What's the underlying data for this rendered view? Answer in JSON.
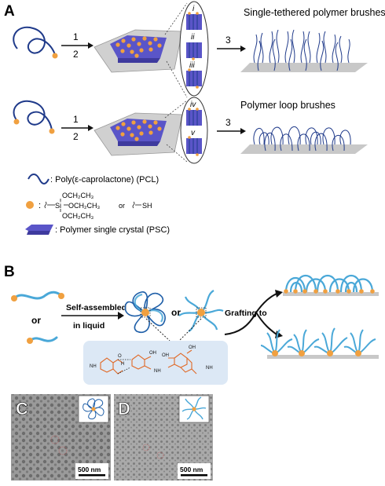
{
  "panel_a": {
    "letter": "A",
    "step_labels": {
      "one": "1",
      "two": "2",
      "three": "3"
    },
    "top_title": "Single-tethered polymer brushes",
    "bottom_title": "Polymer loop brushes",
    "top_roman": [
      "i",
      "ii",
      "iii"
    ],
    "bottom_roman": [
      "iv",
      "v"
    ],
    "legend": {
      "pcl": ": Poly(ε-caprolactone) (PCL)",
      "anchor_colon": ":",
      "silane_top": "OCH₂CH₃",
      "silane_si": "Si",
      "silane_mid": "OCH₂CH₃",
      "silane_bottom": "OCH₂CH₃",
      "or": "or",
      "thiol": "SH",
      "psc": ": Polymer single crystal (PSC)"
    }
  },
  "panel_b": {
    "letter": "B",
    "or_left": "or",
    "self_assembled_line1": "Self-assembled",
    "self_assembled_line2": "in liquid",
    "or_middle": "or",
    "grafting_to": "Grafting to",
    "chem": {
      "oh": "OH",
      "o": "O",
      "h": "H",
      "nh": "NH"
    }
  },
  "panel_c": {
    "letter": "C",
    "scale_bar": "500 nm"
  },
  "panel_d": {
    "letter": "D",
    "scale_bar": "500 nm"
  },
  "colors": {
    "polymer_dark_blue": "#1f3a8a",
    "anchor_orange": "#f0a040",
    "crystal_purple": "#5a55c8",
    "light_blue_chain": "#4aa8d8",
    "substrate_gray": "#c8c8c8",
    "chem_orange": "#e06a28",
    "chem_box": "#dce8f5"
  }
}
